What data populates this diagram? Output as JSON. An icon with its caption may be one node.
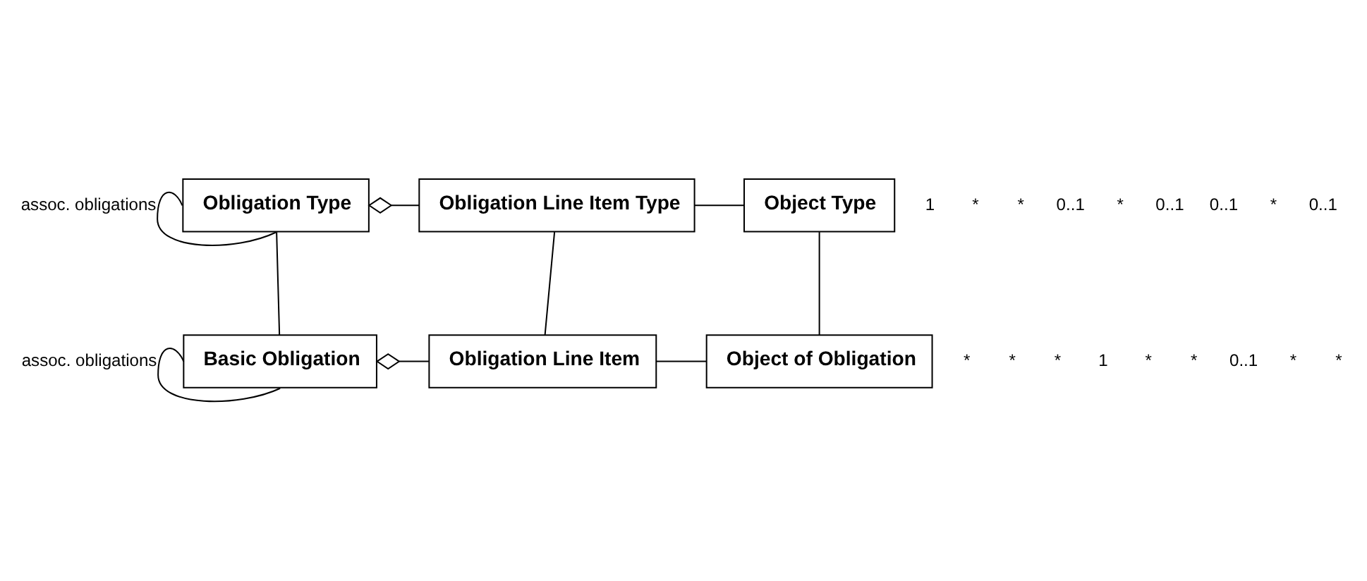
{
  "diagram": {
    "nodes": [
      {
        "text": [
          "Obligation Type"
        ]
      },
      {
        "text": [
          "Obligation Line Item Type"
        ]
      },
      {
        "text": [
          "Object Type"
        ]
      },
      {
        "text": [
          "Basic Obligation"
        ]
      },
      {
        "text": [
          "Obligation Line Item"
        ]
      },
      {
        "text": [
          "Object of Obligation"
        ]
      }
    ],
    "edges": [
      {
        "from": 0,
        "to": 0,
        "arrow": "none",
        "label": "assoc. obligations"
      },
      {
        "from": 0,
        "to": 1,
        "arrow": "other"
      },
      {
        "from": 1,
        "to": 2,
        "arrow": "none"
      },
      {
        "from": 0,
        "to": 3,
        "arrow": "none"
      },
      {
        "from": 1,
        "to": 4,
        "arrow": "none"
      },
      {
        "from": 2,
        "to": 5,
        "arrow": "none"
      },
      {
        "from": 3,
        "to": 4,
        "arrow": "other"
      },
      {
        "from": 4,
        "to": 5,
        "arrow": "none"
      },
      {
        "from": 3,
        "to": 3,
        "arrow": "none",
        "label": "assoc. obligations"
      }
    ],
    "labels": [
      "1",
      "*",
      "*",
      "0..1",
      "*",
      "0..1",
      "0..1",
      "*",
      "0..1",
      "*",
      "*",
      "*",
      "1",
      "*",
      "*",
      "0..1",
      "*",
      "*"
    ]
  }
}
